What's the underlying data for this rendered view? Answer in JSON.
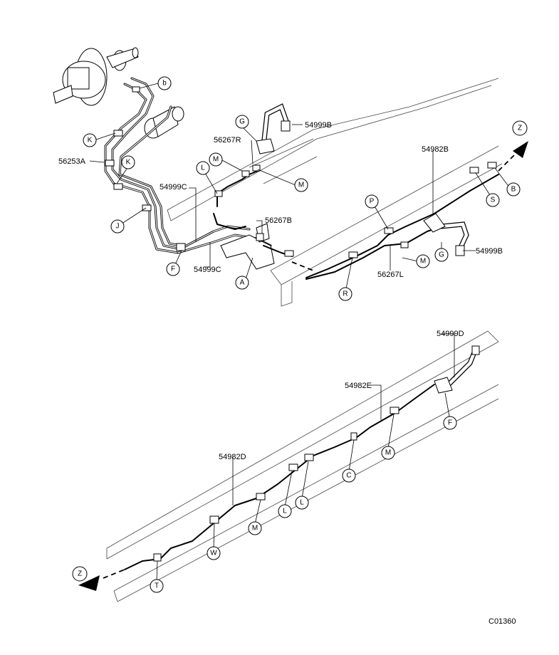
{
  "diagram_code": "C01360",
  "part_numbers": {
    "n54999B_top": "54999B",
    "n56267R": "56267R",
    "n54982B": "54982B",
    "n56253A": "56253A",
    "n54999C_top": "54999C",
    "n56267B": "56267B",
    "n54999C_bottom": "54999C",
    "n56267L": "56267L",
    "n54999B_right": "54999B",
    "n54999D": "54999D",
    "n54982E": "54982E",
    "n54982D": "54982D"
  },
  "callouts": {
    "b": "b",
    "K1": "K",
    "K2": "K",
    "J": "J",
    "F_top": "F",
    "A": "A",
    "G_top": "G",
    "M1": "M",
    "M2": "M",
    "L_top": "L",
    "P": "P",
    "R": "R",
    "M3": "M",
    "G_right": "G",
    "S": "S",
    "B": "B",
    "Z_top": "Z",
    "F_bottom": "F",
    "M4": "M",
    "C": "C",
    "L1": "L",
    "L2": "L",
    "M5": "M",
    "W": "W",
    "T": "T",
    "Z_bottom": "Z"
  }
}
